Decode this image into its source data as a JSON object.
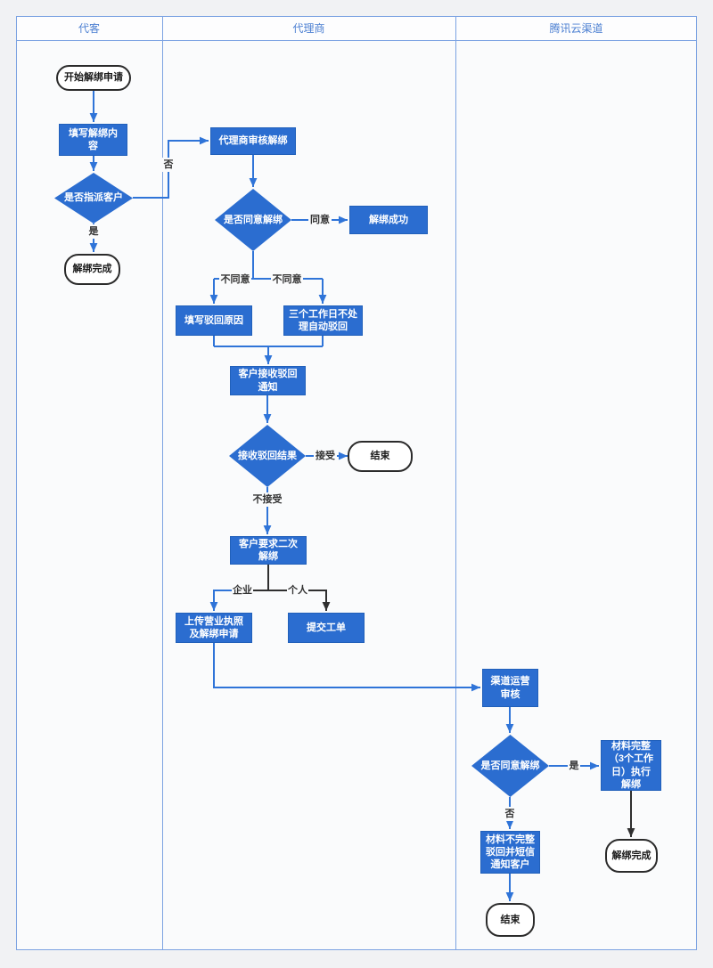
{
  "lanes": [
    {
      "title": "代客"
    },
    {
      "title": "代理商"
    },
    {
      "title": "腾讯云渠道"
    }
  ],
  "nodes": {
    "start": {
      "type": "terminator",
      "label": "开始解绑申请"
    },
    "fill_unbind_content": {
      "type": "process",
      "label": "填写解绑内\n容"
    },
    "assign_customer_decision": {
      "type": "decision",
      "label": "是否指派客户"
    },
    "unbind_done_agent": {
      "type": "terminator",
      "label": "解绑完成"
    },
    "agent_review": {
      "type": "process",
      "label": "代理商审核解绑"
    },
    "agent_agree_decision": {
      "type": "decision",
      "label": "是否同意解绑"
    },
    "unbind_success": {
      "type": "process",
      "label": "解绑成功"
    },
    "fill_reject_reason": {
      "type": "process",
      "label": "填写驳回原因"
    },
    "auto_reject": {
      "type": "process",
      "label": "三个工作日不处\n理自动驳回"
    },
    "customer_receive_reject": {
      "type": "process",
      "label": "客户接收驳回\n通知"
    },
    "receive_reject_decision": {
      "type": "decision",
      "label": "接收驳回结果"
    },
    "end_agent": {
      "type": "terminator",
      "label": "结束"
    },
    "second_unbind_request": {
      "type": "process",
      "label": "客户要求二次\n解绑"
    },
    "upload_license": {
      "type": "process",
      "label": "上传营业执照\n及解绑申请"
    },
    "submit_ticket": {
      "type": "process",
      "label": "提交工单"
    },
    "channel_ops_review": {
      "type": "process",
      "label": "渠道运营\n审核"
    },
    "channel_agree_decision": {
      "type": "decision",
      "label": "是否同意解绑"
    },
    "material_complete": {
      "type": "process",
      "label": "材料完整\n（3个工作\n日）执行\n解绑"
    },
    "material_incomplete": {
      "type": "process",
      "label": "材料不完整\n驳回并短信\n通知客户"
    },
    "end_channel": {
      "type": "terminator",
      "label": "结束"
    },
    "unbind_done_channel": {
      "type": "terminator",
      "label": "解绑完成"
    }
  },
  "edge_labels": {
    "no_assign": "否",
    "yes_assign": "是",
    "agree": "同意",
    "disagree_left": "不同意",
    "disagree_right": "不同意",
    "accept": "接受",
    "not_accept": "不接受",
    "enterprise": "企业",
    "personal": "个人",
    "channel_yes": "是",
    "channel_no": "否"
  },
  "colors": {
    "node_blue": "#2b6dd0",
    "node_blue_border": "#2160ba",
    "connector_blue": "#2f74d8",
    "connector_black": "#2f2f2f",
    "lane_border": "#7ca3e2",
    "header_text": "#4d80d2",
    "canvas": "#fafbfc",
    "page_background": "#f1f2f4"
  }
}
